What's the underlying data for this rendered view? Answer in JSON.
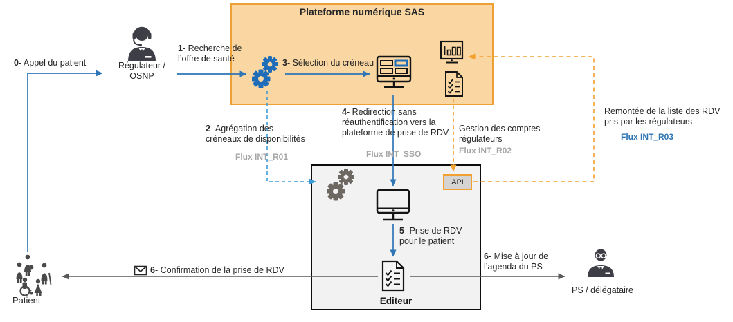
{
  "platform": {
    "title": "Plateforme numérique SAS"
  },
  "editor": {
    "title": "Editeur",
    "api": "API"
  },
  "actors": {
    "patient": {
      "label": "Patient"
    },
    "regulator": {
      "line1": "Régulateur /",
      "line2": "OSNP"
    },
    "ps": {
      "label": "PS / délégataire"
    }
  },
  "steps": {
    "s0": {
      "n": "0",
      "text": "- Appel du patient"
    },
    "s1": {
      "n": "1",
      "line1": "- Recherche de",
      "line2": "l’offre de santé"
    },
    "s2": {
      "n": "2",
      "line1": "- Agrégation des",
      "line2": "créneaux de disponibilités"
    },
    "s3": {
      "n": "3",
      "text": "- Sélection du créneau"
    },
    "s4": {
      "n": "4",
      "line1": "- Redirection sans",
      "line2": "réauthentification vers la",
      "line3": "plateforme de prise de RDV"
    },
    "s5": {
      "n": "5",
      "line1": "- Prise de RDV",
      "line2": "pour le patient"
    },
    "s6_confirm": {
      "n": "6",
      "text": "- Confirmation de la prise de RDV"
    },
    "s6_update": {
      "n": "6",
      "line1": "- Mise à jour de",
      "line2": "l’agenda du PS"
    }
  },
  "notes": {
    "gestion": {
      "line1": "Gestion des comptes",
      "line2": "régulateurs"
    },
    "remontee": {
      "line1": "Remontée de la liste des RDV",
      "line2": "pris par les régulateurs"
    }
  },
  "flux": {
    "r01": "Flux INT_R01",
    "sso": "Flux INT_SSO",
    "r02": "Flux INT_R02",
    "r03": "Flux INT_R03"
  },
  "icons": {
    "regulator": "call-agent-icon",
    "patient": "patient-group-icon",
    "ps": "doctor-icon",
    "platform_gears": "gears-icon",
    "booking_screen": "slots-screen-icon",
    "stats": "stats-screen-icon",
    "checklist": "checklist-document-icon",
    "monitor": "monitor-icon",
    "envelope": "envelope-icon"
  },
  "colors": {
    "accent_blue": "#2E75B6",
    "dashed_blue": "#3D9BD9",
    "orange": "#F2A02F",
    "platform_fill": "#FAD7A2",
    "platform_border": "#ECA036",
    "editor_fill": "#F2F2F2",
    "gray_text": "#A6A6A6",
    "dark_line": "#595959"
  }
}
